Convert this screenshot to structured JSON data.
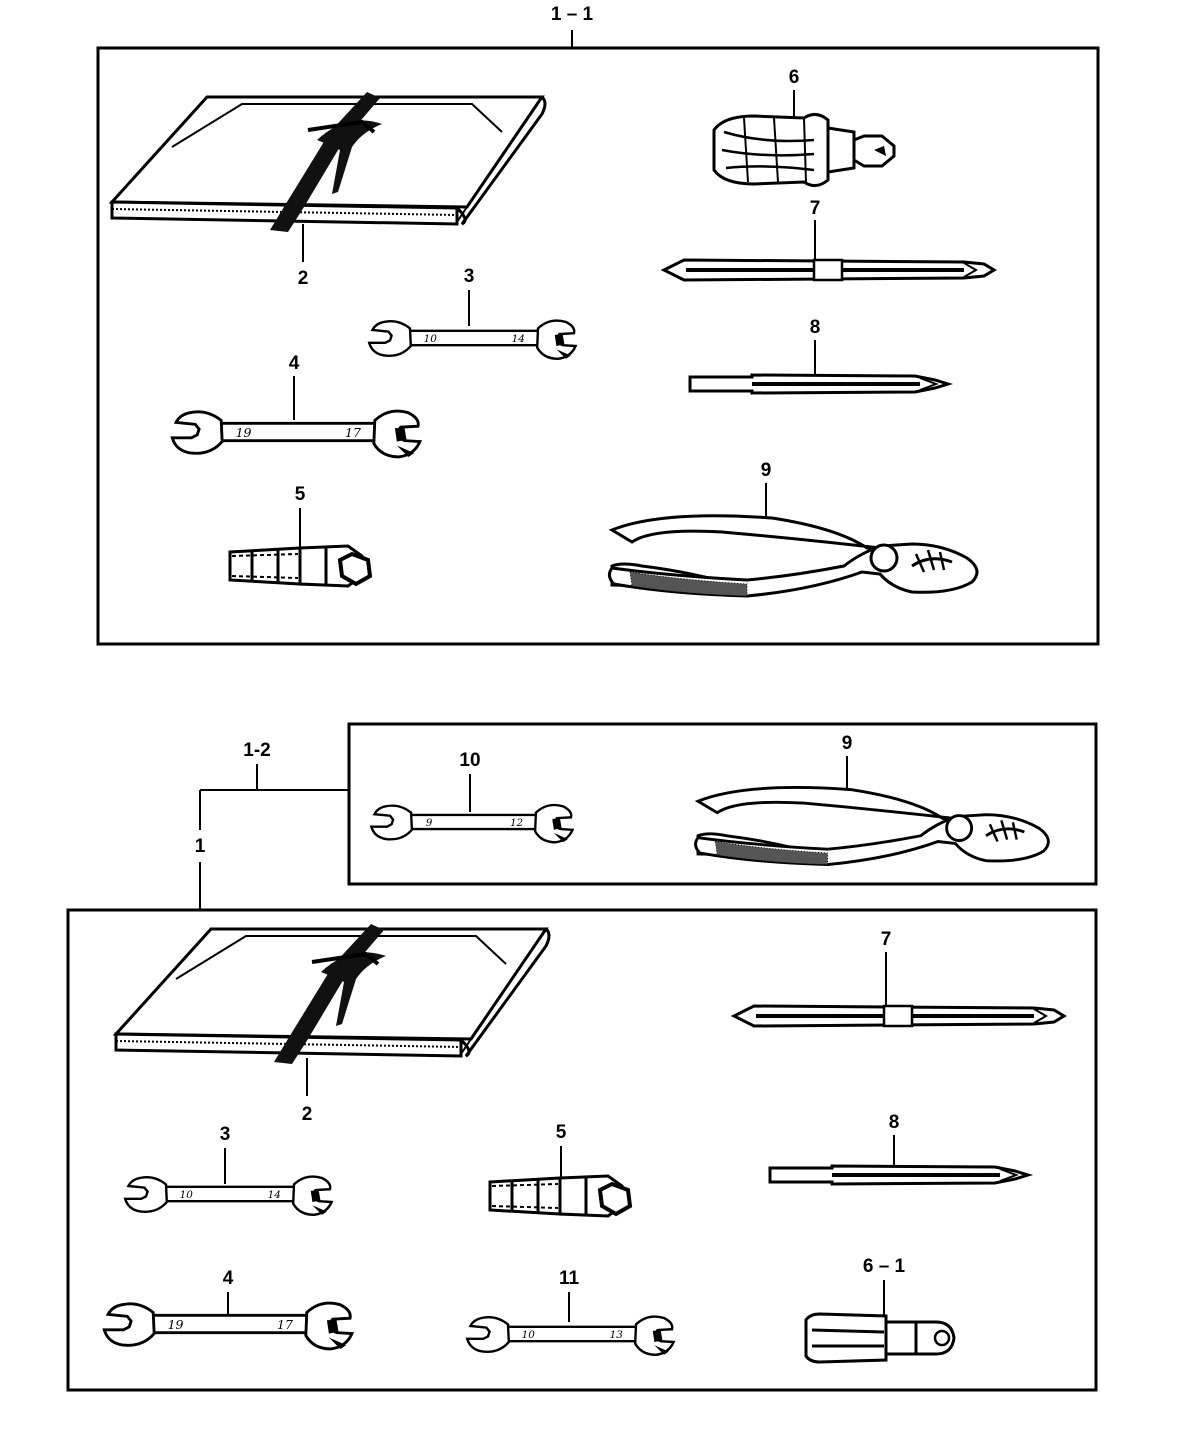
{
  "group_1_1": {
    "label": "1 – 1",
    "callouts": {
      "c2": "2",
      "c3": "3",
      "c4": "4",
      "c5": "5",
      "c6": "6",
      "c7": "7",
      "c8": "8",
      "c9": "9"
    },
    "wrench3": {
      "left_size": "10",
      "right_size": "14"
    },
    "wrench4": {
      "left_size": "19",
      "right_size": "17"
    }
  },
  "group_1_2": {
    "label": "1-2",
    "label_sub": "1",
    "callouts": {
      "c2": "2",
      "c3": "3",
      "c4": "4",
      "c5": "5",
      "c6_1": "6 – 1",
      "c7": "7",
      "c8": "8",
      "c9": "9",
      "c10": "10",
      "c11": "11"
    },
    "wrench10": {
      "left_size": "9",
      "right_size": "12"
    },
    "wrench3": {
      "left_size": "10",
      "right_size": "14"
    },
    "wrench4": {
      "left_size": "19",
      "right_size": "17"
    },
    "wrench11": {
      "left_size": "10",
      "right_size": "13"
    }
  }
}
